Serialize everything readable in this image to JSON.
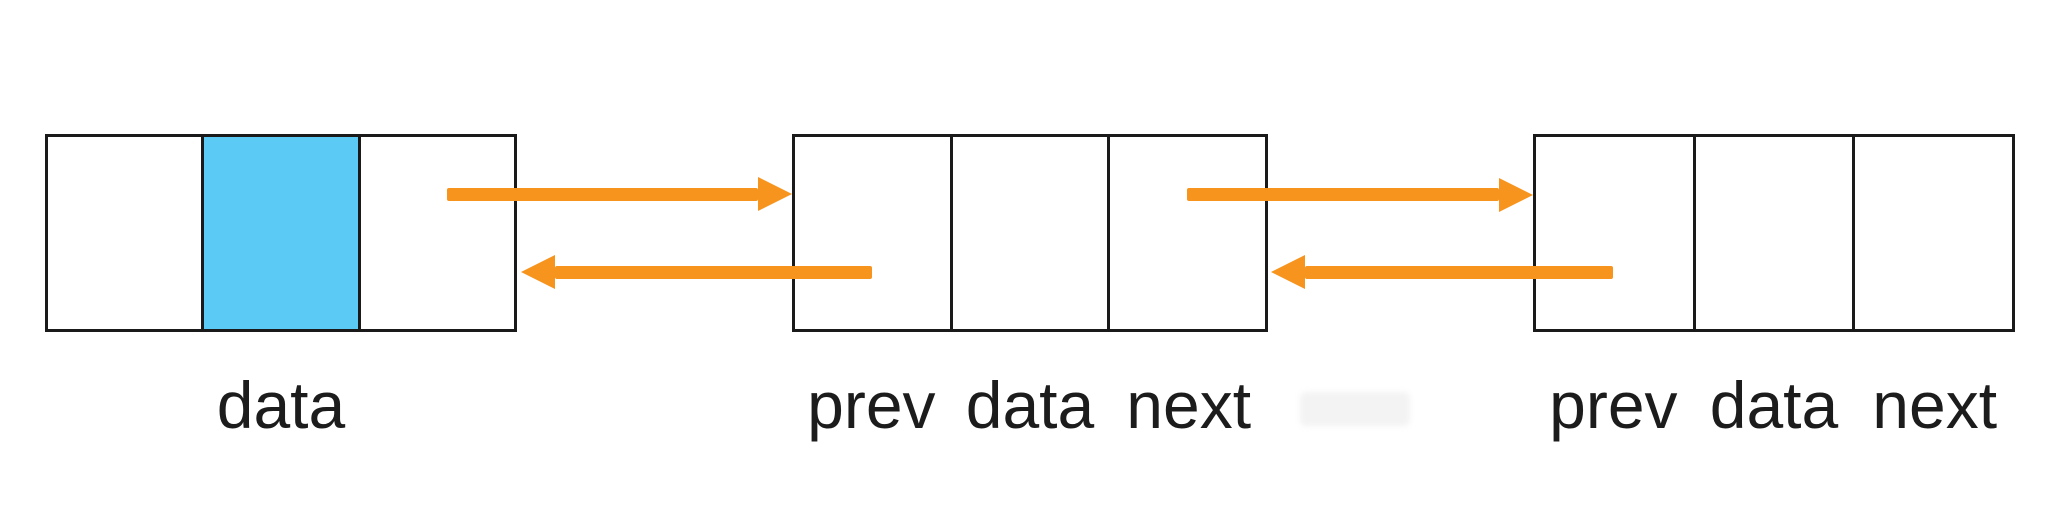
{
  "diagram": {
    "type": "doubly-linked-list",
    "colors": {
      "highlight_cell": "#5BCBF5",
      "arrow": "#F7941E",
      "node_border": "#1A1A1A",
      "caption_text": "#1C1C1C",
      "background": "#FFFFFF"
    },
    "nodes": [
      {
        "cells": 3,
        "highlighted_cell_index": 1,
        "caption": "data"
      },
      {
        "cells": 3,
        "captions": [
          "prev",
          "data",
          "next"
        ]
      },
      {
        "cells": 3,
        "captions": [
          "prev",
          "data",
          "next"
        ]
      }
    ],
    "arrows": [
      {
        "name": "next-pointer-node1-to-node2",
        "direction": "right",
        "row": "top"
      },
      {
        "name": "prev-pointer-node2-to-node1",
        "direction": "left",
        "row": "bottom"
      },
      {
        "name": "next-pointer-node2-to-node3",
        "direction": "right",
        "row": "top"
      },
      {
        "name": "prev-pointer-node3-to-node2",
        "direction": "left",
        "row": "bottom"
      }
    ]
  }
}
